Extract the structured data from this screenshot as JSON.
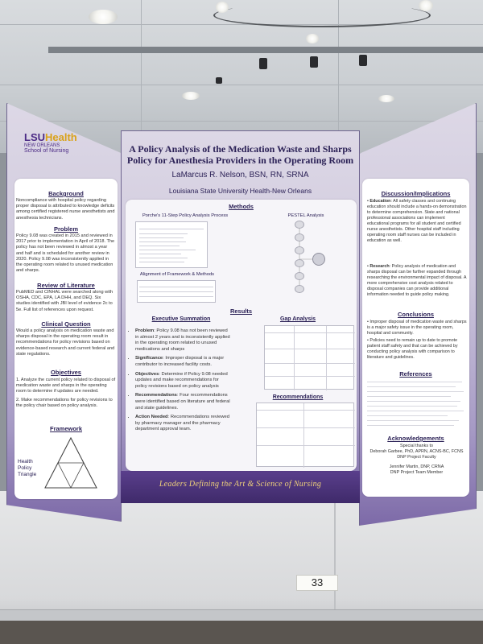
{
  "poster": {
    "logo": {
      "brand_lsu": "LSU",
      "brand_health": "Health",
      "location": "NEW ORLEANS",
      "school": "School of Nursing"
    },
    "title": "A Policy Analysis of the Medication Waste and Sharps Policy for Anesthesia Providers in the Operating Room",
    "author": "LaMarcus R. Nelson, BSN, RN, SRNA",
    "affiliation": "Louisiana State University Health-New Orleans",
    "tagline": "Leaders Defining the Art & Science of Nursing",
    "left": {
      "background_heading": "Background",
      "background_text": "Noncompliance with hospital policy regarding proper disposal is attributed to knowledge deficits among certified registered nurse anesthetists and anesthesia technicians.",
      "problem_heading": "Problem",
      "problem_text": "Policy 9.08 was created in 2015 and reviewed in 2017 prior to implementation in April of 2018. The policy has not been reviewed in almost a year and half and is scheduled for another review in 2020. Policy 9.08 was inconsistently applied in the operating room related to unused medication and sharps.",
      "review_heading": "Review of Literature",
      "review_text": "PubMED and CINHAL were searched along with OSHA, CDC, EPA, LA DHH, and DEQ. Six studies identified with JBI level of evidence 2c to 5e. Full list of references upon request.",
      "question_heading": "Clinical Question",
      "question_text": "Would a policy analysis on medication waste and sharps disposal in the operating room result in recommendations for policy revisions based on evidence-based research and current federal and state regulations.",
      "objectives_heading": "Objectives",
      "objective_1": "1.  Analyze the current policy related to disposal of medication waste and sharps in the operating room to determine if updates are needed.",
      "objective_2": "2.  Make recommendations for policy revisions to the policy chair based on policy analysis.",
      "framework_heading": "Framework",
      "framework_label": "Health Policy Triangle"
    },
    "center": {
      "methods_heading": "Methods",
      "porche_label": "Porche's 11-Step Policy Analysis Process",
      "pestel_label": "PESTEL Analysis",
      "alignment_label": "Alignment of Framework & Methods",
      "results_heading": "Results",
      "exec_heading": "Executive Summation",
      "exec_items": [
        {
          "term": "Problem",
          "text": ": Policy 9.08 has not been reviewed in almost 2 years and is inconsistently applied in the operating room related to unused medications and sharps"
        },
        {
          "term": "Significance",
          "text": ": Improper disposal is a major contributor to increased facility costs."
        },
        {
          "term": "Objectives",
          "text": ": Determine if Policy 9.08 needed updates and make recommendations for policy revisions based on policy analysis"
        },
        {
          "term": "Recommendations",
          "text": ": Four recommendations were identified based on literature and federal and state guidelines."
        },
        {
          "term": "Action Needed",
          "text": ": Recommendations reviewed by pharmacy manager and the pharmacy department approval team."
        }
      ],
      "gap_heading": "Gap Analysis",
      "recs_heading": "Recommendations"
    },
    "right": {
      "discussion_heading": "Discussion/Implications",
      "education_term": "Education",
      "education_text": ": All safety classes and continuing education should include a hands-on demonstration to determine comprehension. State and national professional associations can implement educational programs for all student and certified nurse anesthetists. Other hospital staff including operating room staff nurses can be included in education as well.",
      "research_term": "Research",
      "research_text": ": Policy analysis of medication and sharps disposal can be further expanded through researching the environmental impact of disposal. A more comprehensive cost analysis related to disposal companies can provide additional information needed to guide policy making.",
      "conclusions_heading": "Conclusions",
      "conclusion_1": "Improper disposal of medication waste and sharps is a major safety issue in the operating room, hospital and community.",
      "conclusion_2": "Policies need to remain up to date to promote patient staff safety and that can be achieved by conducting policy analysis with comparison to literature and guidelines.",
      "references_heading": "References",
      "ack_heading": "Acknowledgements",
      "ack_line1": "Special thanks to",
      "ack_line2": "Deborah Garbee, PhD, APRN, ACNS-BC, FCNS",
      "ack_line3": "DNP Project Faculty",
      "ack_line4": "Jennifer Martin, DNP, CRNA",
      "ack_line5": "DNP Project Team Member"
    }
  },
  "table_card": {
    "number": "33"
  }
}
